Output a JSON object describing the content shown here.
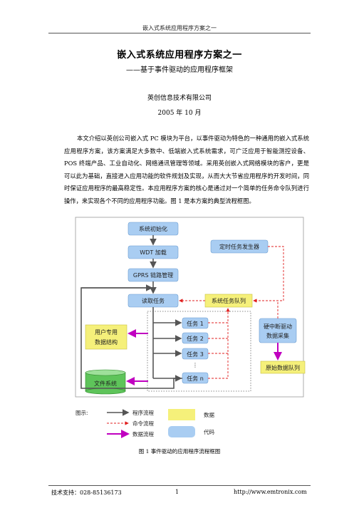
{
  "header": {
    "running_title": "嵌入式系统应用程序方案之一"
  },
  "doc": {
    "title": "嵌入式系统应用程序方案之一",
    "subtitle": "——基于事件驱动的应用程序框架",
    "company": "英创信息技术有限公司",
    "date": "2005 年 10 月",
    "intro": "本文介绍以英创公司嵌入式 PC 模块为平台，以事件驱动为特色的一种通用的嵌入式系统应用程序方案，该方案满足大多数中、低端嵌入式系统需求，可广泛应用于智能测控设备、POS 终端产品、工业自动化、网络通讯管理等领域。采用英创嵌入式网络模块的客户，更是可以此为基础，直接进入应用功能的软件规划及实现，从而大大节省应用程序的开发时间，同时保证应用程序的最高稳定性。本应用程序方案的核心是通过对一个简单的任务命令队列进行操作，来实现各个不同的应用程序功能。图 1 是本方案的典型流程框图。"
  },
  "diagram": {
    "init": "系统初始化",
    "wdt": "WDT 加载",
    "gprs": "GPRS 链路管理",
    "read_task": "读取任务",
    "timer": "定时任务发生器",
    "task_queue": "系统任务队列",
    "user_data_1": "用户专用",
    "user_data_2": "数据结构",
    "file_system": "文件系统",
    "tasks": [
      "任务 1",
      "任务 2",
      "任务 3",
      "任务 n"
    ],
    "task_dots": "⋮",
    "isr_1": "硬中断驱动",
    "isr_2": "数据采集",
    "raw_queue": "原始数据队列"
  },
  "legend": {
    "label": "图示:",
    "program_flow": "程序流程",
    "command_flow": "命令流程",
    "data_flow": "数据流程",
    "data": "数据",
    "code": "代码"
  },
  "colors": {
    "code_box": "#a9cdf2",
    "data_box": "#f5f07a",
    "cylinder": "#5ec45a",
    "program_arrow": "#555555",
    "command_arrow": "#e02020",
    "data_arrow": "#c000c0"
  },
  "caption": "图 1  事件驱动的应用程序流程框图",
  "footer": {
    "support": "技术支持：028-85136173",
    "page": "1",
    "url": "http://www.emtronix.com"
  }
}
